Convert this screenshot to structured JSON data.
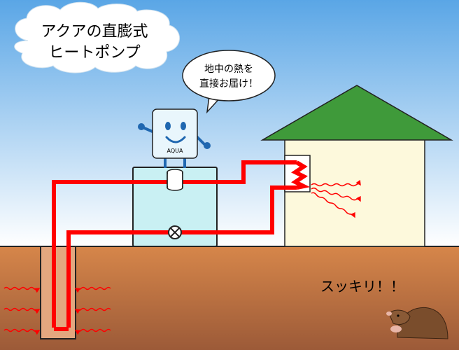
{
  "cloud_title": {
    "line1": "アクアの直膨式",
    "line2": "ヒートポンプ"
  },
  "speech_bubble": {
    "line1": "地中の熱を",
    "line2": "直接お届け！"
  },
  "mascot": {
    "tag": "AQUA"
  },
  "mole_exclamation": "スッキリ！！",
  "colors": {
    "sky_top": "#5aa6e6",
    "sky_bottom": "#ffffff",
    "ground_top": "#d6864a",
    "ground_bottom": "#9c5a38",
    "pipe": "#ff0000",
    "unit_fill": "#c9f0f3",
    "house_wall": "#fdf9dc",
    "roof": "#3f9a3a",
    "mascot": "#e9f6fc",
    "mascot_arms": "#1f67b0",
    "mole": "#7a4d2c"
  },
  "icons": {
    "compressor": "cylinder-icon",
    "valve": "expansion-valve-icon"
  }
}
